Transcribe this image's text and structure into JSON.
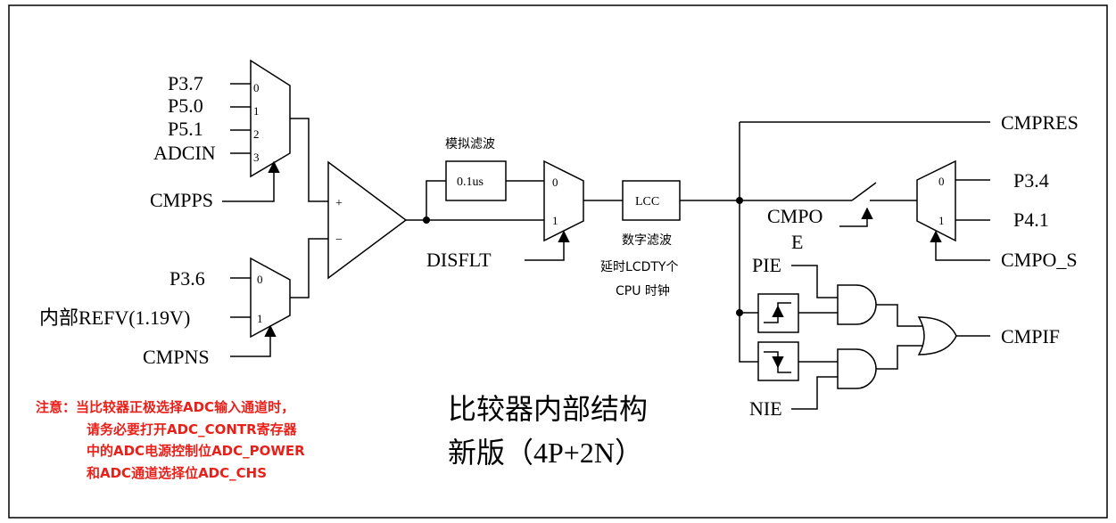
{
  "inputs_pos": {
    "p37": "P3.7",
    "p50": "P5.0",
    "p51": "P5.1",
    "adcin": "ADCIN",
    "cmpps": "CMPPS"
  },
  "inputs_neg": {
    "p36": "P3.6",
    "refv": "内部REFV(1.19V)",
    "cmpns": "CMPNS"
  },
  "mux_labels": {
    "zero": "0",
    "one": "1",
    "two": "2",
    "three": "3"
  },
  "comparator": {
    "plus": "+",
    "minus": "−"
  },
  "analog_filter": {
    "title": "模拟滤波",
    "value": "0.1us"
  },
  "disflt": "DISFLT",
  "lcc": {
    "box": "LCC",
    "title": "数字滤波",
    "desc_line1": "延时LCDTY个",
    "desc_line2": "CPU 时钟"
  },
  "outputs": {
    "cmpres": "CMPRES",
    "p34": "P3.4",
    "p41": "P4.1",
    "cmpoe_line1": "CMPO",
    "cmpoe_line2": "E",
    "cmpo_s": "CMPO_S",
    "pie": "PIE",
    "nie": "NIE",
    "cmpif": "CMPIF"
  },
  "note": {
    "line1": "注意：当比较器正极选择ADC输入通道时，",
    "line2": "请务必要打开ADC_CONTR寄存器",
    "line3": "中的ADC电源控制位ADC_POWER",
    "line4": "和ADC通道选择位ADC_CHS",
    "color": "#e8201a"
  },
  "title": {
    "line1": "比较器内部结构",
    "line2": "新版（4P+2N）"
  }
}
